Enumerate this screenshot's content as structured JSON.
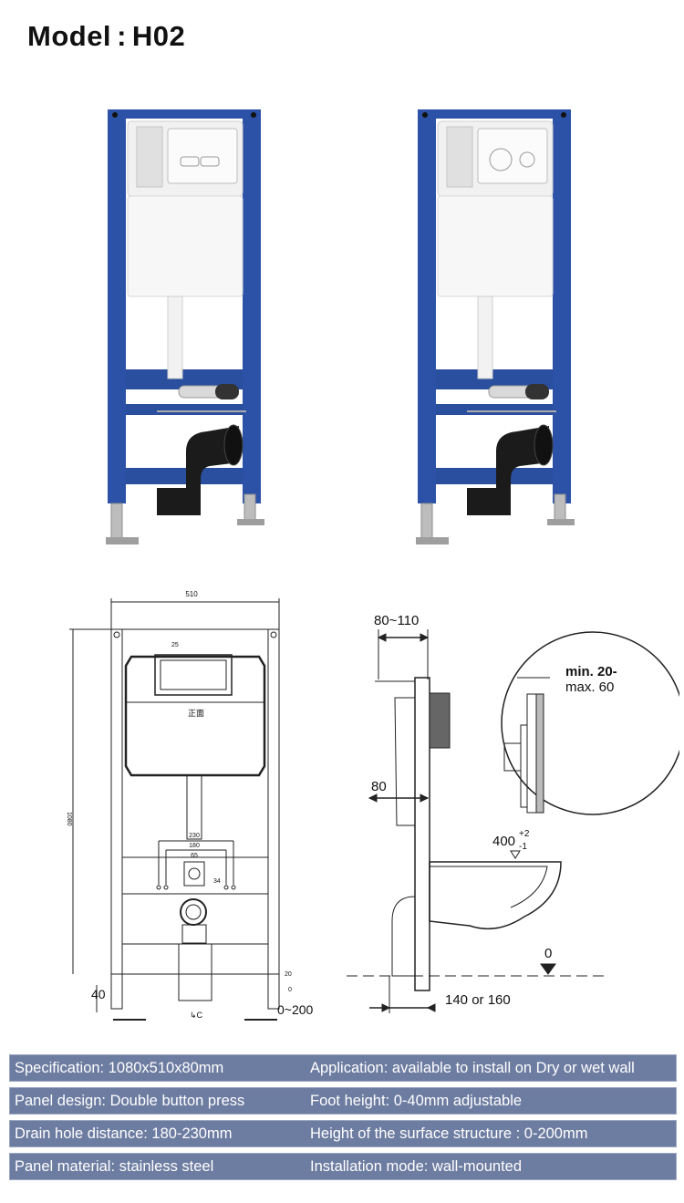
{
  "header": {
    "label": "Model",
    "colon": ":",
    "model": "H02"
  },
  "photos": [
    {
      "button_style": "rectangular-dual-button"
    },
    {
      "button_style": "round-dual-button"
    }
  ],
  "front_drawing": {
    "width_label": "510",
    "top_label": "25",
    "height_label": "1080",
    "front_mark": "正面",
    "label_230": "230",
    "label_180": "180",
    "label_65": "65",
    "label_34": "34",
    "label_20": "20",
    "label_0": "0",
    "label_40": "40",
    "label_range": "0~200",
    "label_c": "↳C"
  },
  "side_drawing": {
    "depth_range": "80~110",
    "depth_80": "80",
    "detail_min": "min. 20-",
    "detail_max": "max. 60",
    "height_400": "400",
    "tol_plus": "+2",
    "tol_minus": "-1",
    "floor_zero": "0",
    "offset": "140 or 160"
  },
  "specs": [
    {
      "left": "Specification: 1080x510x80mm",
      "right": "Application: available to install on Dry or wet wall"
    },
    {
      "left": "Panel design: Double button press",
      "right": "Foot height: 0-40mm adjustable"
    },
    {
      "left": "Drain hole distance: 180-230mm",
      "right": "Height of the surface structure : 0-200mm"
    },
    {
      "left": "Panel material: stainless steel",
      "right": "Installation mode: wall-mounted"
    }
  ],
  "colors": {
    "frame_blue": "#2c52a8",
    "spec_bg": "#6d7ca1"
  }
}
